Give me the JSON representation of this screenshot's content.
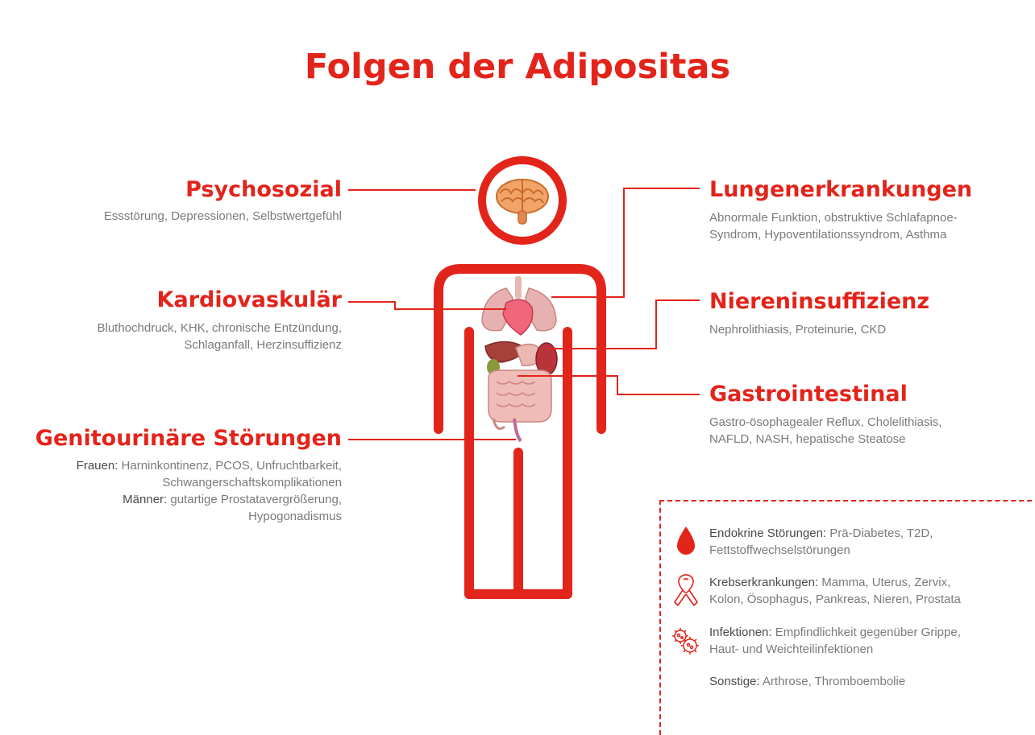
{
  "title": "Folgen der Adipositas",
  "psychosozial": {
    "heading": "Psychosozial",
    "text": "Essstörung, Depressionen, Selbstwertgefühl"
  },
  "kardio": {
    "heading": "Kardiovaskulär",
    "line1": "Bluthochdruck, KHK, chronische Entzündung,",
    "line2": "Schlaganfall, Herzinsuffizienz"
  },
  "genito": {
    "heading": "Genitourinäre Störungen",
    "frauen_label": "Frauen:",
    "frauen_text1": " Harninkontinenz, PCOS, Unfruchtbarkeit,",
    "frauen_text2": "Schwangerschaftskomplikationen",
    "maenner_label": "Männer:",
    "maenner_text1": " gutartige Prostatavergrößerung,",
    "maenner_text2": "Hypogonadismus"
  },
  "lunge": {
    "heading": "Lungenerkrankungen",
    "line1": "Abnormale Funktion, obstruktive Schlafapnoe-",
    "line2": "Syndrom, Hypoventilationssyndrom, Asthma"
  },
  "niere": {
    "heading": "Niereninsuffizienz",
    "text": "Nephrolithiasis, Proteinurie, CKD"
  },
  "gastro": {
    "heading": "Gastrointestinal",
    "line1": "Gastro-ösophagealer Reflux, Cholelithiasis,",
    "line2": "NAFLD, NASH, hepatische Steatose"
  },
  "box": {
    "endokrin": {
      "label": "Endokrine Störungen:",
      "text1": " Prä-Diabetes, T2D,",
      "text2": "Fettstoffwechselstörungen"
    },
    "krebs": {
      "label": "Krebserkrankungen:",
      "text1": " Mamma, Uterus, Zervix,",
      "text2": "Kolon, Ösophagus, Pankreas, Nieren, Prostata"
    },
    "infekt": {
      "label": "Infektionen:",
      "text1": " Empfindlichkeit gegenüber Grippe,",
      "text2": "Haut- und Weichteilinfektionen"
    },
    "sonstige": {
      "label": "Sonstige:",
      "text1": " Arthrose, Thromboembolie"
    }
  },
  "colors": {
    "accent": "#e3241b",
    "text": "#7a7a7a",
    "dark_text": "#4a4a4a"
  },
  "icons": [
    "brain-icon",
    "organs-icon",
    "blood-drop-icon",
    "cancer-ribbon-icon",
    "virus-icon"
  ]
}
